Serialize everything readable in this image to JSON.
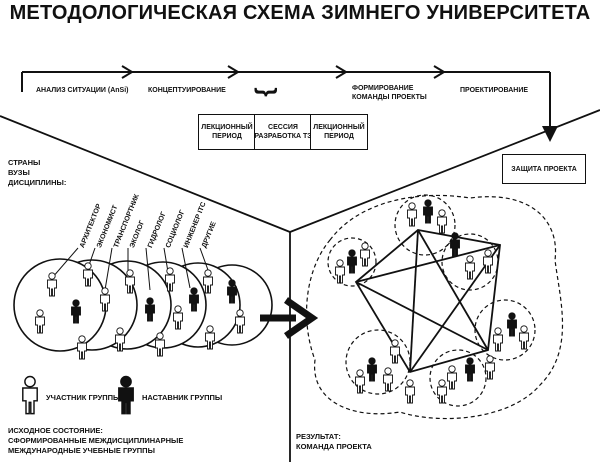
{
  "title": "МЕТОДОЛОГИЧЕСКАЯ СХЕМА ЗИМНЕГО УНИВЕРСИТЕТА",
  "stages": [
    "АНАЛИЗ СИТУАЦИИ (AnSi)",
    "КОНЦЕПТУИРОВАНИЕ",
    "ФОРМИРОВАНИЕ\nКОМАНДЫ ПРОЕКТЫ",
    "ПРОЕКТИРОВАНИЕ"
  ],
  "session_boxes": [
    "ЛЕКЦИОННЫЙ\nПЕРИОД",
    "СЕССИЯ\nРАЗРАБОТКА ТЗ",
    "ЛЕКЦИОННЫЙ\nПЕРИОД"
  ],
  "final_box": "ЗАЩИТА ПРОЕКТА",
  "left_heading": "СТРАНЫ\nВУЗЫ\nДИСЦИПЛИНЫ:",
  "disciplines": [
    "АРХИТЕКТОР",
    "ЭКОНОМИСТ",
    "ТРАНСПОРТНИК",
    "ЭКОЛОГ",
    "ГИДРОЛОГ",
    "СОЦИОЛОГ",
    "ИНЖЕНЕР ITC",
    "ДРУГИЕ"
  ],
  "legend": {
    "member": "УЧАСТНИК ГРУППЫ",
    "mentor": "НАСТАВНИК ГРУППЫ"
  },
  "initial_state": "ИСХОДНОЕ СОСТОЯНИЕ:\nСФОРМИРОВАННЫЕ МЕЖДИСЦИПЛИНАРНЫЕ\nМЕЖДУНАРОДНЫЕ УЧЕБНЫЕ ГРУППЫ",
  "result": "РЕЗУЛЬТАТ:\nКОМАНДА ПРОЕКТА",
  "bracket_glyph": "}"
}
